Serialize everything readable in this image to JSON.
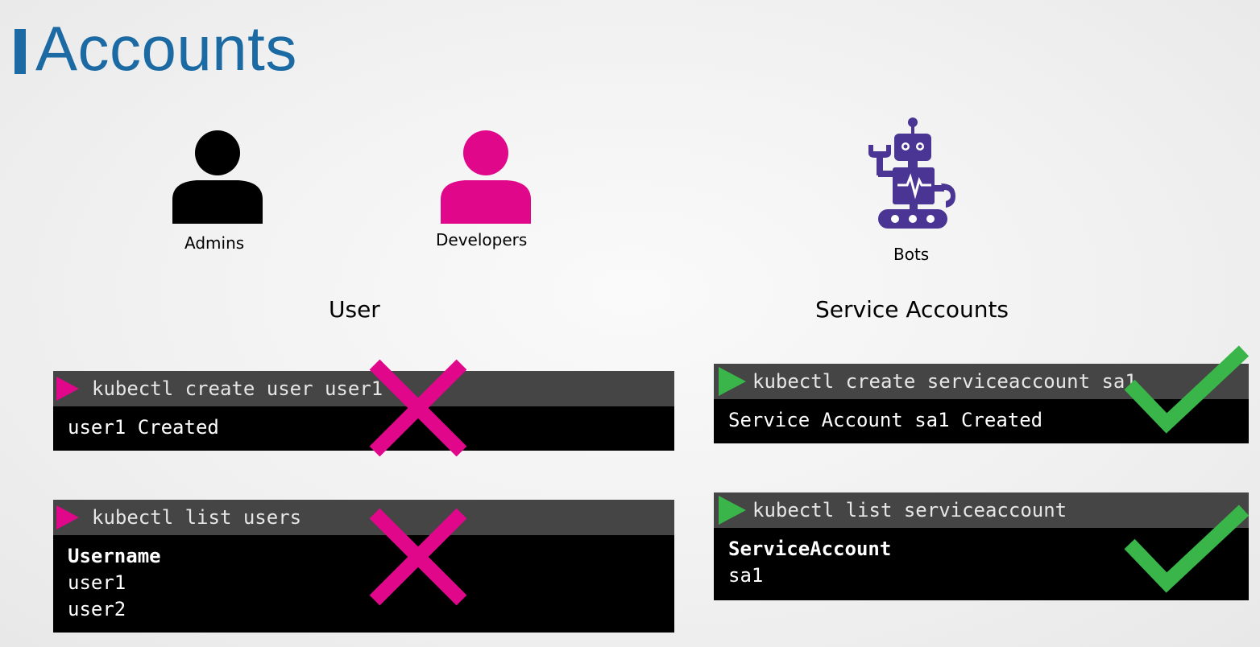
{
  "title": "Accounts",
  "colors": {
    "title": "#1c6aa3",
    "magenta": "#e0078a",
    "green": "#39b54a",
    "robot": "#4a3594"
  },
  "icons": {
    "admins": "person-icon",
    "developers": "person-icon",
    "bots": "robot-icon",
    "cross": "x-mark-icon",
    "check": "check-mark-icon"
  },
  "personas": {
    "admins": "Admins",
    "developers": "Developers",
    "bots": "Bots"
  },
  "sections": {
    "user": "User",
    "service_accounts": "Service Accounts"
  },
  "terminals": {
    "create_user": {
      "command": "kubectl create user user1",
      "output": [
        "user1 Created"
      ]
    },
    "list_users": {
      "command": "kubectl list users",
      "output_header": "Username",
      "output": [
        "user1",
        "user2"
      ]
    },
    "create_sa": {
      "command": "kubectl create serviceaccount sa1",
      "output": [
        "Service Account sa1 Created"
      ]
    },
    "list_sa": {
      "command": "kubectl list serviceaccount",
      "output_header": "ServiceAccount",
      "output": [
        "sa1"
      ]
    }
  }
}
